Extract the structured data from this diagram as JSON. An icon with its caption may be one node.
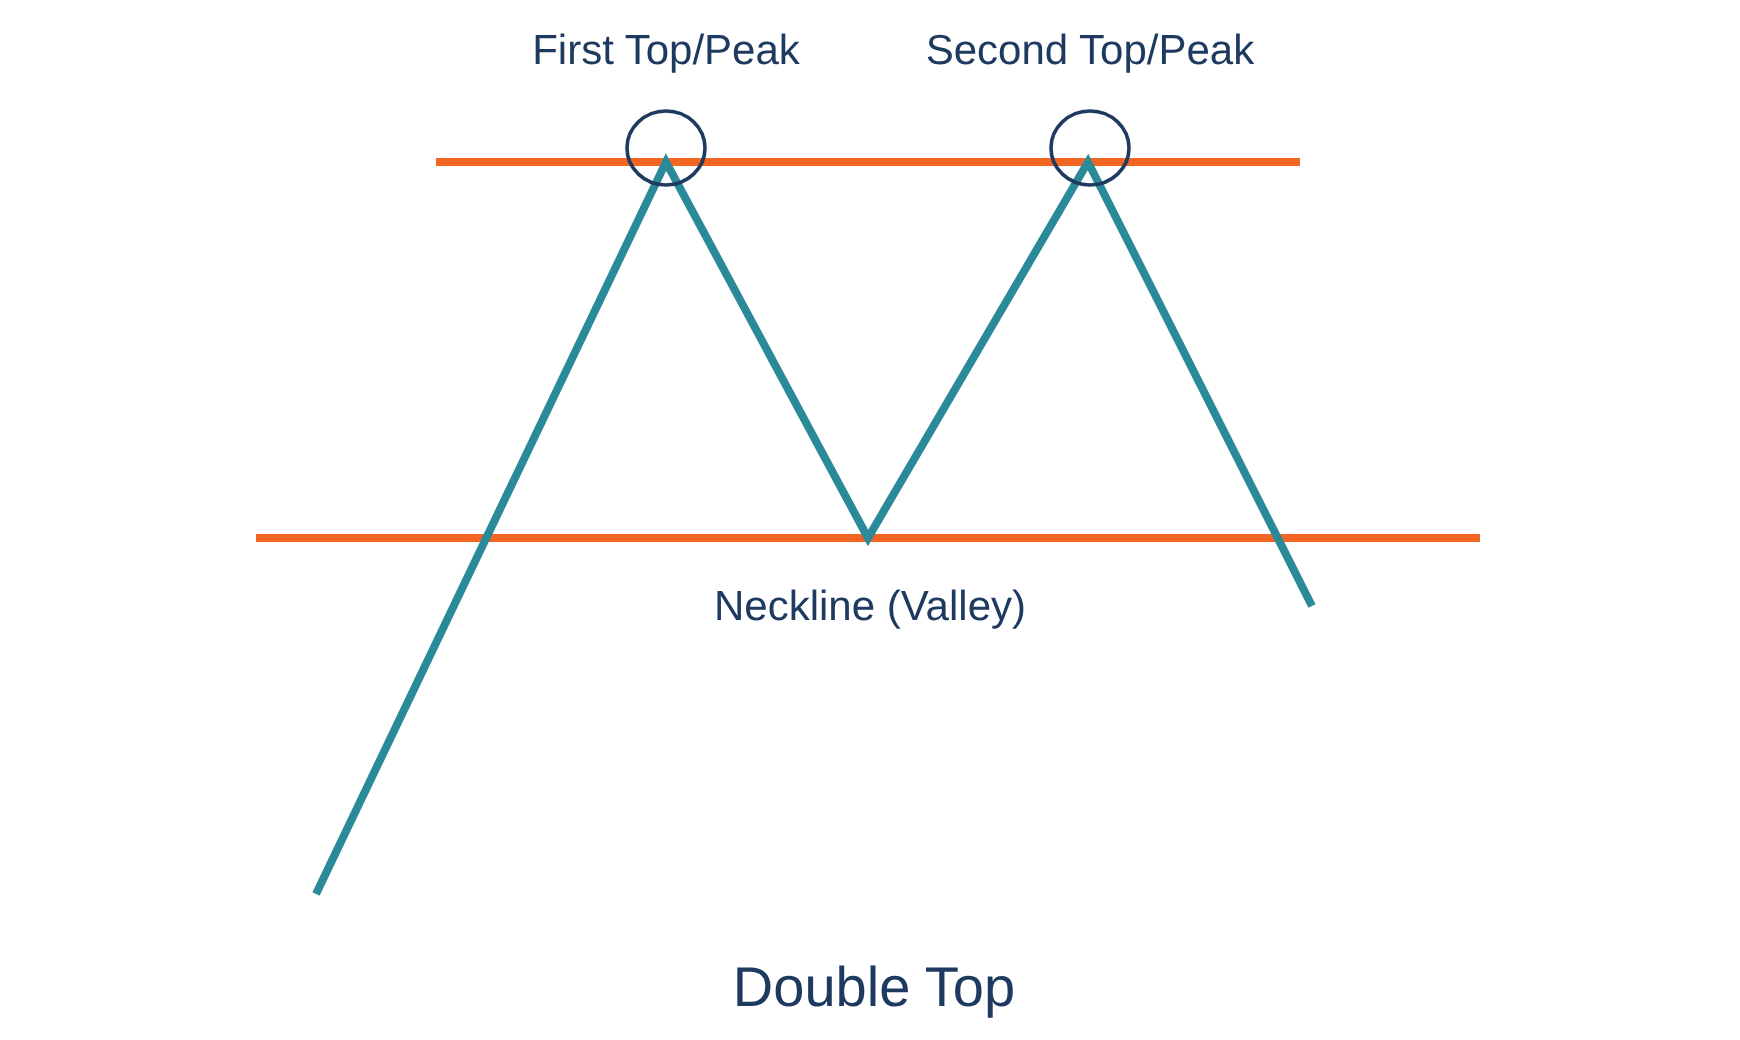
{
  "diagram": {
    "caption": "Double Top",
    "nodes": [
      {
        "text": [
          "First Top/Peak"
        ]
      },
      {
        "text": [
          "Second Top/Peak"
        ]
      }
    ],
    "labels": [
      "Neckline (Valley)"
    ]
  }
}
